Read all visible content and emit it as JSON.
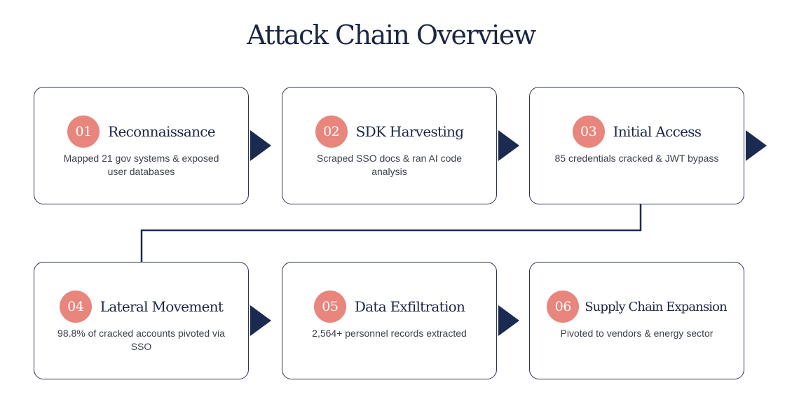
{
  "title": "Attack Chain Overview",
  "steps": [
    {
      "number": "01",
      "title": "Reconnaissance",
      "description": "Mapped 21 gov systems & exposed user databases"
    },
    {
      "number": "02",
      "title": "SDK Harvesting",
      "description": "Scraped SSO docs & ran AI code analysis"
    },
    {
      "number": "03",
      "title": "Initial Access",
      "description": "85 credentials cracked & JWT bypass"
    },
    {
      "number": "04",
      "title": "Lateral Movement",
      "description": "98.8% of cracked accounts pivoted via SSO"
    },
    {
      "number": "05",
      "title": "Data Exfiltration",
      "description": "2,564+ personnel records extracted"
    },
    {
      "number": "06",
      "title": "Supply Chain Expansion",
      "description": "Pivoted to vendors & energy sector"
    }
  ],
  "colors": {
    "badge": "#e8857c",
    "arrow": "#1b2a50",
    "border": "#2b3553",
    "title_text": "#1b2544"
  },
  "icons": {
    "arrow": "arrow-right-icon",
    "connector": "connector-line"
  }
}
